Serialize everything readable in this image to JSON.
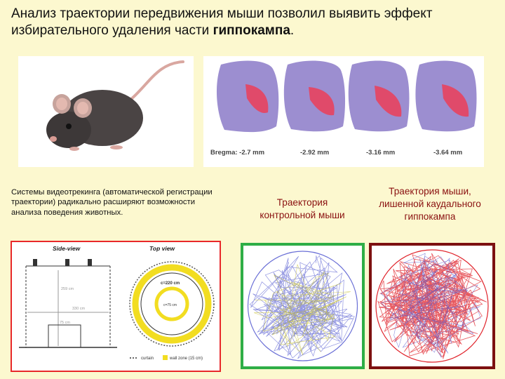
{
  "title": {
    "line1": "Анализ траектории передвижения мыши позволил выявить эффект",
    "line2_prefix": "избирательного удаления части ",
    "line2_bold": "гиппокампа",
    "line2_suffix": "."
  },
  "slices": {
    "labels": [
      "Bregma: -2.7 mm",
      "-2.92 mm",
      "-3.16 mm",
      "-3.64 mm"
    ],
    "tissue_color": "#9c8ed0",
    "lesion_color": "#e04a6a"
  },
  "caption": "Системы видеотрекинга (автоматической регистрации траектории) радикально расширяют возможности анализа поведения животных.",
  "control_label": "Траектория контрольной мыши",
  "lesion_label": "Траектория мыши, лишенной каудального гиппокампа",
  "setup": {
    "side_view_label": "Side-view",
    "top_view_label": "Top view",
    "height_label": "259 cm",
    "width_label": "330 cm",
    "inner_label": "75 cm",
    "outer_ring_label": "c=220 cm",
    "inner_ring_label": "c=75 cm",
    "legend_curtain": "curtain",
    "legend_wall_zone": "wall zone (15 cm)",
    "ring_color": "#f2dd21"
  },
  "colors": {
    "background": "#fcf8cf",
    "control_border": "#2eae46",
    "lesion_border": "#7d1010",
    "setup_border": "#e8282a",
    "control_path": "#6a6fd6",
    "lesion_path": "#e0222a"
  }
}
